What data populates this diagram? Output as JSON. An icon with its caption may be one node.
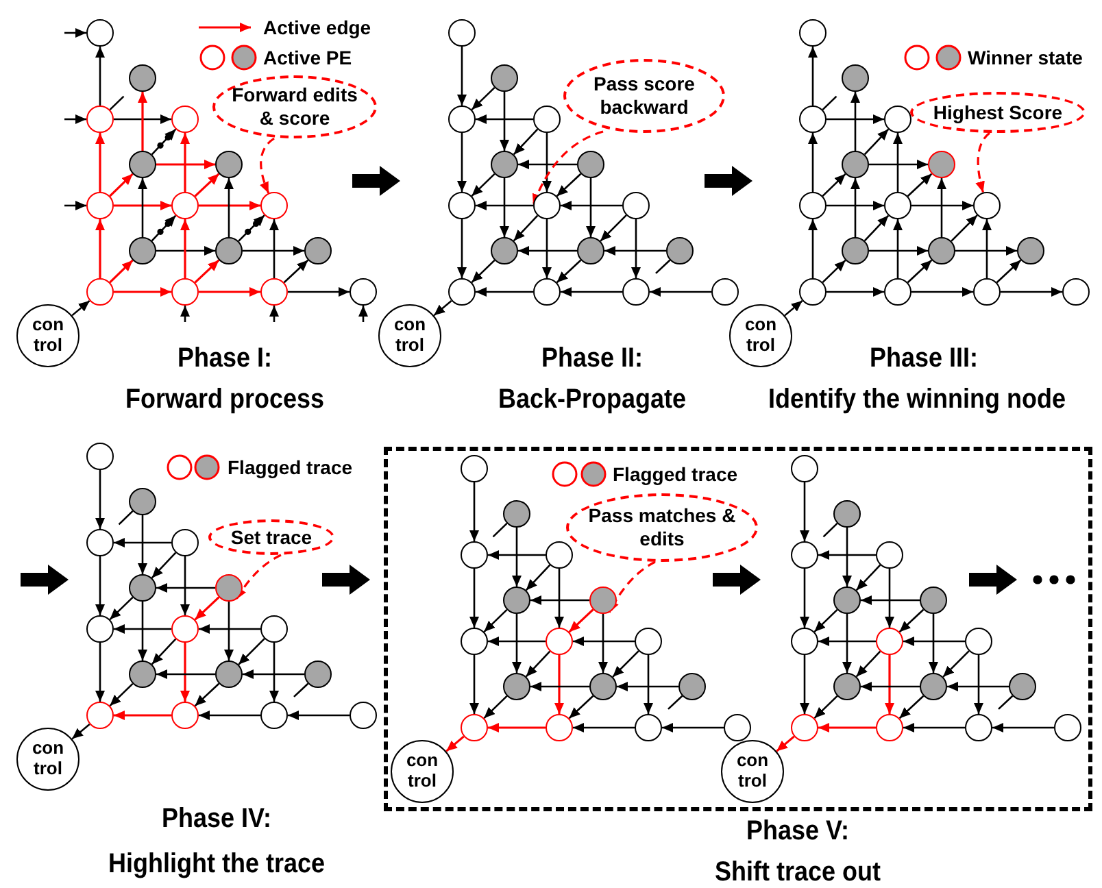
{
  "diagram": {
    "nodes": [
      {
        "text": [],
        "shape": "circle"
      },
      {
        "text": [],
        "shape": "circle"
      },
      {
        "text": [],
        "shape": "circle"
      },
      {
        "text": [],
        "shape": "circle"
      },
      {
        "text": [],
        "shape": "circle"
      },
      {
        "text": [],
        "shape": "circle"
      },
      {
        "text": [],
        "shape": "circle"
      },
      {
        "text": [],
        "shape": "circle"
      },
      {
        "text": [],
        "shape": "circle"
      },
      {
        "text": [],
        "shape": "circle"
      },
      {
        "text": [],
        "shape": "circle"
      },
      {
        "text": [],
        "shape": "circle"
      },
      {
        "text": [],
        "shape": "circle"
      },
      {
        "text": [],
        "shape": "circle"
      },
      {
        "text": [],
        "shape": "circle"
      },
      {
        "text": [],
        "shape": "circle"
      },
      {
        "text": [
          "con trol"
        ]
      },
      {
        "text": [
          "Forward edits & score"
        ]
      },
      {
        "text": [],
        "shape": "circle"
      },
      {
        "text": [],
        "shape": "circle"
      },
      {
        "text": [],
        "shape": "circle"
      },
      {
        "text": [],
        "shape": "circle"
      },
      {
        "text": [],
        "shape": "circle"
      },
      {
        "text": [],
        "shape": "circle"
      },
      {
        "text": [],
        "shape": "circle"
      },
      {
        "text": [],
        "shape": "circle"
      },
      {
        "text": [],
        "shape": "circle"
      },
      {
        "text": [],
        "shape": "circle"
      },
      {
        "text": [],
        "shape": "circle"
      },
      {
        "text": [],
        "shape": "circle"
      },
      {
        "text": [],
        "shape": "circle"
      },
      {
        "text": [],
        "shape": "circle"
      },
      {
        "text": [],
        "shape": "circle"
      },
      {
        "text": [],
        "shape": "circle"
      },
      {
        "text": [
          "con trol"
        ]
      },
      {
        "text": [
          "Pass score backward"
        ]
      },
      {
        "text": [],
        "shape": "circle"
      },
      {
        "text": [],
        "shape": "circle"
      },
      {
        "text": [],
        "shape": "circle"
      },
      {
        "text": [],
        "shape": "circle"
      },
      {
        "text": [],
        "shape": "circle"
      },
      {
        "text": [],
        "shape": "circle"
      },
      {
        "text": [],
        "shape": "circle"
      },
      {
        "text": [],
        "shape": "circle"
      },
      {
        "text": [],
        "shape": "circle"
      },
      {
        "text": [],
        "shape": "circle"
      },
      {
        "text": [],
        "shape": "circle"
      },
      {
        "text": [],
        "shape": "circle"
      },
      {
        "text": [],
        "shape": "circle"
      },
      {
        "text": [],
        "shape": "circle"
      },
      {
        "text": [],
        "shape": "circle"
      },
      {
        "text": [],
        "shape": "circle"
      },
      {
        "text": [
          "con trol"
        ]
      },
      {
        "text": [
          "Highest Score"
        ]
      },
      {
        "text": [],
        "shape": "circle"
      },
      {
        "text": [],
        "shape": "circle"
      },
      {
        "text": [],
        "shape": "circle"
      },
      {
        "text": [],
        "shape": "circle"
      },
      {
        "text": [],
        "shape": "circle"
      },
      {
        "text": [],
        "shape": "circle"
      },
      {
        "text": [],
        "shape": "circle"
      },
      {
        "text": [],
        "shape": "circle"
      },
      {
        "text": [],
        "shape": "circle"
      },
      {
        "text": [],
        "shape": "circle"
      },
      {
        "text": [],
        "shape": "circle"
      },
      {
        "text": [],
        "shape": "circle"
      },
      {
        "text": [],
        "shape": "circle"
      },
      {
        "text": [],
        "shape": "circle"
      },
      {
        "text": [],
        "shape": "circle"
      },
      {
        "text": [],
        "shape": "circle"
      },
      {
        "text": [
          "con trol"
        ]
      },
      {
        "text": [
          "Set trace"
        ]
      },
      {
        "text": [],
        "shape": "box"
      },
      {
        "text": [],
        "shape": "circle",
        "in": 72
      },
      {
        "text": [],
        "shape": "circle",
        "in": 72
      },
      {
        "text": [],
        "shape": "circle",
        "in": 72
      },
      {
        "text": [],
        "shape": "circle",
        "in": 72
      },
      {
        "text": [],
        "shape": "circle",
        "in": 72
      },
      {
        "text": [],
        "shape": "circle",
        "in": 72
      },
      {
        "text": [],
        "shape": "circle",
        "in": 72
      },
      {
        "text": [],
        "shape": "circle",
        "in": 72
      },
      {
        "text": [],
        "shape": "circle",
        "in": 72
      },
      {
        "text": [],
        "shape": "circle",
        "in": 72
      },
      {
        "text": [],
        "shape": "circle",
        "in": 72
      },
      {
        "text": [],
        "shape": "circle",
        "in": 72
      },
      {
        "text": [],
        "shape": "circle",
        "in": 72
      },
      {
        "text": [],
        "shape": "circle",
        "in": 72
      },
      {
        "text": [],
        "shape": "circle",
        "in": 72
      },
      {
        "text": [],
        "shape": "circle",
        "in": 72
      },
      {
        "text": [
          "con trol"
        ],
        "in": 72
      },
      {
        "text": [
          "Pass matches & edits"
        ],
        "in": 72
      },
      {
        "text": [],
        "shape": "circle",
        "in": 72
      },
      {
        "text": [],
        "shape": "circle",
        "in": 72
      },
      {
        "text": [],
        "shape": "circle",
        "in": 72
      },
      {
        "text": [],
        "shape": "circle",
        "in": 72
      },
      {
        "text": [],
        "shape": "circle",
        "in": 72
      },
      {
        "text": [],
        "shape": "circle",
        "in": 72
      },
      {
        "text": [],
        "shape": "circle",
        "in": 72
      },
      {
        "text": [],
        "shape": "circle",
        "in": 72
      },
      {
        "text": [],
        "shape": "circle",
        "in": 72
      },
      {
        "text": [],
        "shape": "circle",
        "in": 72
      },
      {
        "text": [],
        "shape": "circle",
        "in": 72
      },
      {
        "text": [],
        "shape": "circle",
        "in": 72
      },
      {
        "text": [],
        "shape": "circle",
        "in": 72
      },
      {
        "text": [],
        "shape": "circle",
        "in": 72
      },
      {
        "text": [],
        "shape": "circle",
        "in": 72
      },
      {
        "text": [],
        "shape": "circle",
        "in": 72
      },
      {
        "text": [
          "con trol"
        ],
        "in": 72
      }
    ],
    "edges": [
      {
        "from": null,
        "to": 0,
        "arrow": "to"
      },
      {
        "from": null,
        "to": 2,
        "arrow": "to"
      },
      {
        "from": null,
        "to": 6,
        "arrow": "to"
      },
      {
        "from": 2,
        "to": 0,
        "arrow": "to"
      },
      {
        "from": 2,
        "to": 1,
        "arrow": "none"
      },
      {
        "from": 2,
        "to": 3,
        "arrow": "to"
      },
      {
        "from": 4,
        "to": 1,
        "arrow": "to",
        "color": "#ff0000"
      },
      {
        "from": 4,
        "to": 3,
        "arrow": "to"
      },
      {
        "from": 4,
        "to": 5,
        "arrow": "to",
        "color": "#ff0000"
      },
      {
        "from": 6,
        "to": 2,
        "arrow": "to",
        "color": "#ff0000"
      },
      {
        "from": 6,
        "to": 4,
        "arrow": "to",
        "color": "#ff0000"
      },
      {
        "from": 6,
        "to": 7,
        "arrow": "to",
        "color": "#ff0000"
      },
      {
        "from": 7,
        "to": 3,
        "arrow": "to",
        "color": "#ff0000"
      },
      {
        "from": 7,
        "to": 5,
        "arrow": "to",
        "color": "#ff0000"
      },
      {
        "from": 7,
        "to": 8,
        "arrow": "to",
        "color": "#ff0000"
      },
      {
        "from": 9,
        "to": 4,
        "arrow": "to"
      },
      {
        "from": 9,
        "to": 7,
        "arrow": "to"
      },
      {
        "from": 9,
        "to": 10,
        "arrow": "to"
      },
      {
        "from": 10,
        "to": 5,
        "arrow": "to"
      },
      {
        "from": 10,
        "to": 8,
        "arrow": "to"
      },
      {
        "from": 10,
        "to": 11,
        "arrow": "to"
      },
      {
        "from": 12,
        "to": 6,
        "arrow": "to",
        "color": "#ff0000"
      },
      {
        "from": 12,
        "to": 9,
        "arrow": "to",
        "color": "#ff0000"
      },
      {
        "from": 12,
        "to": 13,
        "arrow": "to",
        "color": "#ff0000"
      },
      {
        "from": 13,
        "to": 7,
        "arrow": "to",
        "color": "#ff0000"
      },
      {
        "from": 13,
        "to": 10,
        "arrow": "to",
        "color": "#ff0000"
      },
      {
        "from": 13,
        "to": 14,
        "arrow": "to",
        "color": "#ff0000"
      },
      {
        "from": 14,
        "to": 8,
        "arrow": "to"
      },
      {
        "from": 14,
        "to": 11,
        "arrow": "to"
      },
      {
        "from": 14,
        "to": 15,
        "arrow": "to"
      },
      {
        "from": 16,
        "to": 12,
        "arrow": "to"
      },
      {
        "from": null,
        "to": 13,
        "arrow": "to"
      },
      {
        "from": null,
        "to": 14,
        "arrow": "to"
      },
      {
        "from": null,
        "to": 15,
        "arrow": "to"
      },
      {
        "from": 17,
        "to": 8,
        "arrow": "to",
        "style": "dashed",
        "color": "#ff0000"
      },
      {
        "from": 18,
        "to": 20,
        "arrow": "to"
      },
      {
        "from": 19,
        "to": 20,
        "arrow": "to"
      },
      {
        "from": 21,
        "to": 20,
        "arrow": "to"
      },
      {
        "from": 19,
        "to": 22,
        "arrow": "to"
      },
      {
        "from": 21,
        "to": 22,
        "arrow": "to"
      },
      {
        "from": 21,
        "to": 25,
        "arrow": "to"
      },
      {
        "from": 23,
        "to": 22,
        "arrow": "to"
      },
      {
        "from": 23,
        "to": 25,
        "arrow": "to"
      },
      {
        "from": 23,
        "to": 28,
        "arrow": "to"
      },
      {
        "from": 20,
        "to": 24,
        "arrow": "to"
      },
      {
        "from": 22,
        "to": 24,
        "arrow": "to"
      },
      {
        "from": 22,
        "to": 27,
        "arrow": "to"
      },
      {
        "from": 25,
        "to": 24,
        "arrow": "to"
      },
      {
        "from": 25,
        "to": 27,
        "arrow": "to"
      },
      {
        "from": 25,
        "to": 31,
        "arrow": "to"
      },
      {
        "from": 26,
        "to": 25,
        "arrow": "to"
      },
      {
        "from": 26,
        "to": 28,
        "arrow": "to"
      },
      {
        "from": 26,
        "to": 32,
        "arrow": "to"
      },
      {
        "from": 28,
        "to": 27,
        "arrow": "to"
      },
      {
        "from": 29,
        "to": 28,
        "arrow": "to"
      },
      {
        "from": 29,
        "to": 32,
        "arrow": "none"
      },
      {
        "from": 27,
        "to": 30,
        "arrow": "to"
      },
      {
        "from": 28,
        "to": 31,
        "arrow": "to"
      },
      {
        "from": 24,
        "to": 30,
        "arrow": "to"
      },
      {
        "from": 31,
        "to": 30,
        "arrow": "to"
      },
      {
        "from": 32,
        "to": 31,
        "arrow": "to"
      },
      {
        "from": 33,
        "to": 32,
        "arrow": "to"
      },
      {
        "from": 30,
        "to": 34,
        "arrow": "to"
      },
      {
        "from": 35,
        "to": 25,
        "arrow": "to",
        "style": "dashed",
        "color": "#ff0000"
      },
      {
        "from": 38,
        "to": 36,
        "arrow": "to"
      },
      {
        "from": 38,
        "to": 37,
        "arrow": "none"
      },
      {
        "from": 38,
        "to": 39,
        "arrow": "to"
      },
      {
        "from": 40,
        "to": 37,
        "arrow": "to"
      },
      {
        "from": 40,
        "to": 39,
        "arrow": "to"
      },
      {
        "from": 40,
        "to": 41,
        "arrow": "to"
      },
      {
        "from": 42,
        "to": 38,
        "arrow": "to"
      },
      {
        "from": 42,
        "to": 40,
        "arrow": "to"
      },
      {
        "from": 42,
        "to": 43,
        "arrow": "to"
      },
      {
        "from": 43,
        "to": 39,
        "arrow": "to"
      },
      {
        "from": 43,
        "to": 41,
        "arrow": "to"
      },
      {
        "from": 43,
        "to": 44,
        "arrow": "to"
      },
      {
        "from": 45,
        "to": 40,
        "arrow": "to"
      },
      {
        "from": 45,
        "to": 43,
        "arrow": "to"
      },
      {
        "from": 45,
        "to": 46,
        "arrow": "to"
      },
      {
        "from": 46,
        "to": 41,
        "arrow": "to"
      },
      {
        "from": 46,
        "to": 44,
        "arrow": "to"
      },
      {
        "from": 46,
        "to": 47,
        "arrow": "to"
      },
      {
        "from": 48,
        "to": 42,
        "arrow": "to"
      },
      {
        "from": 48,
        "to": 45,
        "arrow": "to"
      },
      {
        "from": 48,
        "to": 49,
        "arrow": "to"
      },
      {
        "from": 49,
        "to": 43,
        "arrow": "to"
      },
      {
        "from": 49,
        "to": 46,
        "arrow": "to"
      },
      {
        "from": 49,
        "to": 50,
        "arrow": "to"
      },
      {
        "from": 50,
        "to": 44,
        "arrow": "to"
      },
      {
        "from": 50,
        "to": 47,
        "arrow": "to"
      },
      {
        "from": 50,
        "to": 51,
        "arrow": "to"
      },
      {
        "from": 52,
        "to": 48,
        "arrow": "to"
      },
      {
        "from": 53,
        "to": 44,
        "arrow": "to",
        "style": "dashed",
        "color": "#ff0000"
      },
      {
        "from": 54,
        "to": 56,
        "arrow": "to"
      },
      {
        "from": 55,
        "to": 56,
        "arrow": "none"
      },
      {
        "from": 57,
        "to": 56,
        "arrow": "to"
      },
      {
        "from": 55,
        "to": 58,
        "arrow": "to"
      },
      {
        "from": 57,
        "to": 58,
        "arrow": "to"
      },
      {
        "from": 57,
        "to": 61,
        "arrow": "to"
      },
      {
        "from": 59,
        "to": 58,
        "arrow": "to"
      },
      {
        "from": 59,
        "to": 61,
        "arrow": "to",
        "color": "#ff0000"
      },
      {
        "from": 59,
        "to": 64,
        "arrow": "to"
      },
      {
        "from": 56,
        "to": 60,
        "arrow": "to"
      },
      {
        "from": 58,
        "to": 60,
        "arrow": "to"
      },
      {
        "from": 58,
        "to": 63,
        "arrow": "to"
      },
      {
        "from": 61,
        "to": 60,
        "arrow": "to"
      },
      {
        "from": 61,
        "to": 63,
        "arrow": "to"
      },
      {
        "from": 61,
        "to": 67,
        "arrow": "to",
        "color": "#ff0000"
      },
      {
        "from": 62,
        "to": 61,
        "arrow": "to"
      },
      {
        "from": 62,
        "to": 64,
        "arrow": "to"
      },
      {
        "from": 62,
        "to": 68,
        "arrow": "to"
      },
      {
        "from": 64,
        "to": 63,
        "arrow": "to"
      },
      {
        "from": 65,
        "to": 64,
        "arrow": "to"
      },
      {
        "from": 65,
        "to": 68,
        "arrow": "none"
      },
      {
        "from": 63,
        "to": 66,
        "arrow": "to"
      },
      {
        "from": 64,
        "to": 67,
        "arrow": "to"
      },
      {
        "from": 60,
        "to": 66,
        "arrow": "to"
      },
      {
        "from": 67,
        "to": 66,
        "arrow": "to",
        "color": "#ff0000"
      },
      {
        "from": 68,
        "to": 67,
        "arrow": "to"
      },
      {
        "from": 69,
        "to": 68,
        "arrow": "to"
      },
      {
        "from": 66,
        "to": 70,
        "arrow": "to"
      },
      {
        "from": 71,
        "to": 59,
        "arrow": "to",
        "style": "dashed",
        "color": "#ff0000"
      },
      {
        "from": 73,
        "to": 75,
        "arrow": "to"
      },
      {
        "from": 74,
        "to": 75,
        "arrow": "none"
      },
      {
        "from": 76,
        "to": 75,
        "arrow": "to"
      },
      {
        "from": 74,
        "to": 77,
        "arrow": "to"
      },
      {
        "from": 76,
        "to": 77,
        "arrow": "to"
      },
      {
        "from": 76,
        "to": 80,
        "arrow": "to"
      },
      {
        "from": 78,
        "to": 77,
        "arrow": "to"
      },
      {
        "from": 78,
        "to": 80,
        "arrow": "to",
        "color": "#ff0000"
      },
      {
        "from": 78,
        "to": 83,
        "arrow": "to"
      },
      {
        "from": 75,
        "to": 79,
        "arrow": "to"
      },
      {
        "from": 77,
        "to": 79,
        "arrow": "to"
      },
      {
        "from": 77,
        "to": 82,
        "arrow": "to"
      },
      {
        "from": 80,
        "to": 79,
        "arrow": "to"
      },
      {
        "from": 80,
        "to": 82,
        "arrow": "to"
      },
      {
        "from": 80,
        "to": 86,
        "arrow": "to",
        "color": "#ff0000"
      },
      {
        "from": 81,
        "to": 80,
        "arrow": "to"
      },
      {
        "from": 81,
        "to": 83,
        "arrow": "to"
      },
      {
        "from": 81,
        "to": 87,
        "arrow": "to"
      },
      {
        "from": 83,
        "to": 82,
        "arrow": "to"
      },
      {
        "from": 84,
        "to": 83,
        "arrow": "to"
      },
      {
        "from": 84,
        "to": 87,
        "arrow": "none"
      },
      {
        "from": 82,
        "to": 85,
        "arrow": "to"
      },
      {
        "from": 83,
        "to": 86,
        "arrow": "to"
      },
      {
        "from": 79,
        "to": 85,
        "arrow": "to"
      },
      {
        "from": 86,
        "to": 85,
        "arrow": "to",
        "color": "#ff0000"
      },
      {
        "from": 87,
        "to": 86,
        "arrow": "to"
      },
      {
        "from": 88,
        "to": 87,
        "arrow": "to"
      },
      {
        "from": 85,
        "to": 89,
        "arrow": "to",
        "color": "#ff0000"
      },
      {
        "from": 90,
        "to": 78,
        "arrow": "to",
        "style": "dashed",
        "color": "#ff0000"
      },
      {
        "from": 91,
        "to": 93,
        "arrow": "to"
      },
      {
        "from": 92,
        "to": 93,
        "arrow": "none"
      },
      {
        "from": 94,
        "to": 93,
        "arrow": "to"
      },
      {
        "from": 92,
        "to": 95,
        "arrow": "to"
      },
      {
        "from": 94,
        "to": 95,
        "arrow": "to"
      },
      {
        "from": 94,
        "to": 98,
        "arrow": "to"
      },
      {
        "from": 96,
        "to": 95,
        "arrow": "to"
      },
      {
        "from": 96,
        "to": 98,
        "arrow": "to"
      },
      {
        "from": 96,
        "to": 101,
        "arrow": "to"
      },
      {
        "from": 93,
        "to": 97,
        "arrow": "to"
      },
      {
        "from": 95,
        "to": 97,
        "arrow": "to"
      },
      {
        "from": 95,
        "to": 100,
        "arrow": "to"
      },
      {
        "from": 98,
        "to": 97,
        "arrow": "to"
      },
      {
        "from": 98,
        "to": 100,
        "arrow": "to"
      },
      {
        "from": 98,
        "to": 104,
        "arrow": "to",
        "color": "#ff0000"
      },
      {
        "from": 99,
        "to": 98,
        "arrow": "to"
      },
      {
        "from": 99,
        "to": 101,
        "arrow": "to"
      },
      {
        "from": 99,
        "to": 105,
        "arrow": "to"
      },
      {
        "from": 101,
        "to": 100,
        "arrow": "to"
      },
      {
        "from": 102,
        "to": 101,
        "arrow": "to"
      },
      {
        "from": 102,
        "to": 105,
        "arrow": "none"
      },
      {
        "from": 100,
        "to": 103,
        "arrow": "to"
      },
      {
        "from": 101,
        "to": 104,
        "arrow": "to"
      },
      {
        "from": 97,
        "to": 103,
        "arrow": "to"
      },
      {
        "from": 104,
        "to": 103,
        "arrow": "to",
        "color": "#ff0000"
      },
      {
        "from": 105,
        "to": 104,
        "arrow": "to"
      },
      {
        "from": 106,
        "to": 105,
        "arrow": "to"
      },
      {
        "from": 103,
        "to": 107,
        "arrow": "to",
        "color": "#ff0000"
      }
    ],
    "labels": [
      "Phase I:",
      "Forward process",
      "Phase II:",
      "Back-Propagate",
      "Phase III:",
      "Identify the winning node",
      "Phase IV:",
      "Highlight the trace",
      "Phase V:",
      "Shift trace out"
    ],
    "legend": [
      {
        "text": "Active edge"
      },
      {
        "text": "Active PE"
      },
      {
        "text": "Winner state"
      },
      {
        "text": "Flagged trace"
      },
      {
        "text": "Flagged trace"
      }
    ]
  }
}
